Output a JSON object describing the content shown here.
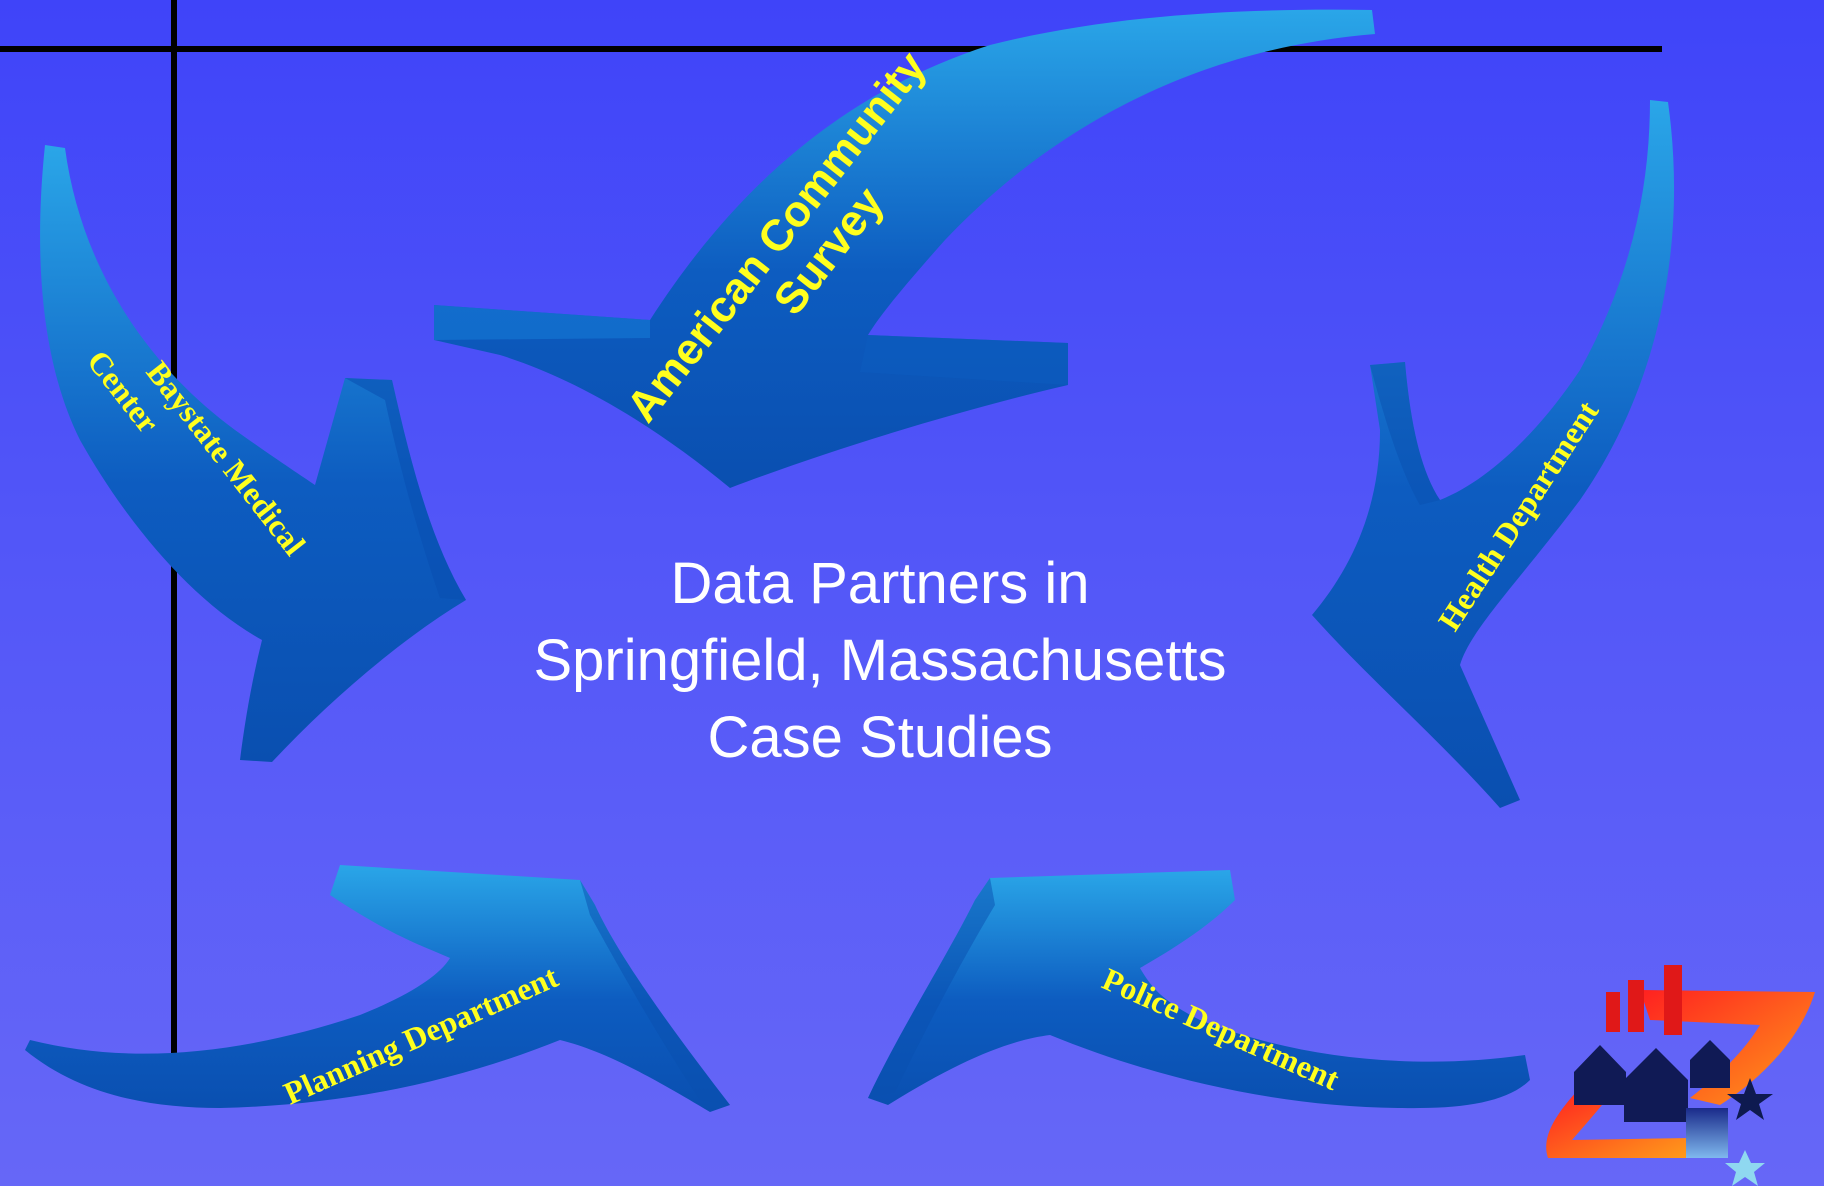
{
  "diagram": {
    "center_title": {
      "line1": "Data Partners in",
      "line2": "Springfield, Massachusetts",
      "line3": "Case Studies"
    },
    "partners": [
      {
        "id": "acs",
        "label_lines": [
          "American Community",
          "Survey"
        ]
      },
      {
        "id": "baystate",
        "label_lines": [
          "Baystate Medical",
          "Center"
        ]
      },
      {
        "id": "health",
        "label_lines": [
          "Health Department"
        ]
      },
      {
        "id": "planning",
        "label_lines": [
          "Planning Department"
        ]
      },
      {
        "id": "police",
        "label_lines": [
          "Police Department"
        ]
      }
    ],
    "colors": {
      "background_top": "#3f44f9",
      "background_bottom": "#6667f7",
      "arrow_dark": "#0a4fb0",
      "arrow_light": "#2aa6e8",
      "label_text": "#ffff1e",
      "title_text": "#ffffff"
    },
    "logo": {
      "name": "bar-chart-houses-star-logo"
    }
  }
}
